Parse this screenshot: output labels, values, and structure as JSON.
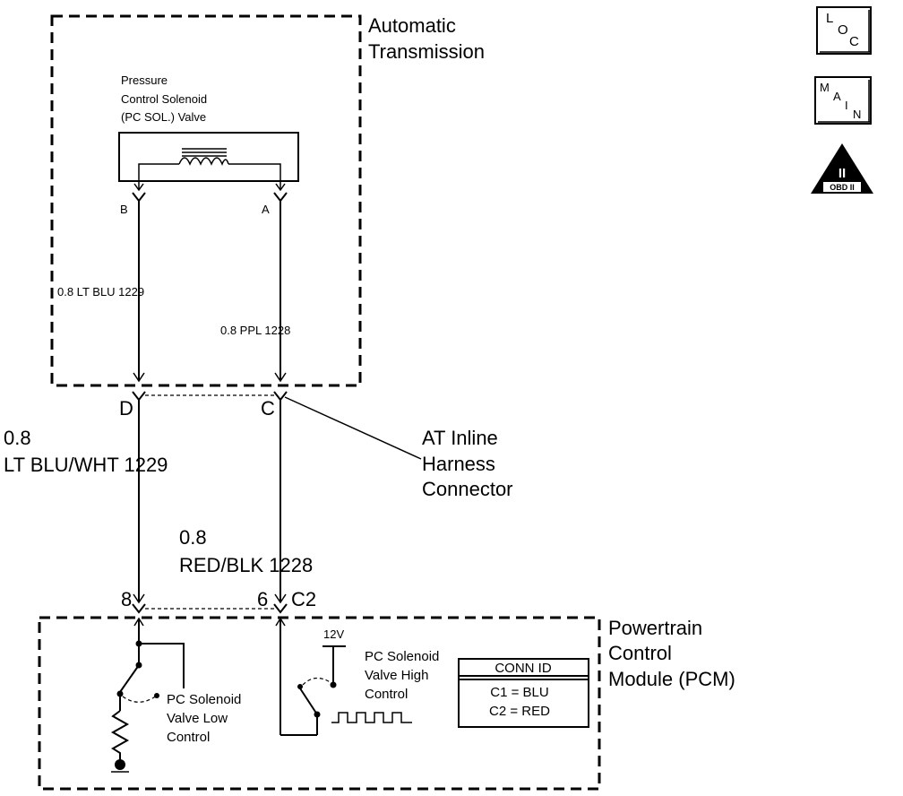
{
  "components": {
    "automatic_transmission": {
      "line1": "Automatic",
      "line2": "Transmission"
    },
    "pc_solenoid": {
      "line1": "Pressure",
      "line2": "Control Solenoid",
      "line3": "(PC SOL.) Valve"
    },
    "inline_connector": {
      "line1": "AT Inline",
      "line2": "Harness",
      "line3": "Connector"
    },
    "pcm": {
      "line1": "Powertrain",
      "line2": "Control",
      "line3": "Module (PCM)"
    },
    "low_control": {
      "line1": "PC Solenoid",
      "line2": "Valve Low",
      "line3": "Control"
    },
    "high_control": {
      "line1": "PC Solenoid",
      "line2": "Valve High",
      "line3": "Control"
    },
    "voltage": "12V"
  },
  "pins": {
    "solenoid_b": "B",
    "solenoid_a": "A",
    "inline_d": "D",
    "inline_c": "C",
    "pcm_8": "8",
    "pcm_6": "6",
    "pcm_connector": "C2"
  },
  "wires": {
    "internal_low": "0.8 LT BLU  1229",
    "internal_high": "0.8 PPL  1228",
    "external_low": {
      "gauge": "0.8",
      "color_circuit": "LT BLU/WHT  1229"
    },
    "external_high": {
      "gauge": "0.8",
      "color_circuit": "RED/BLK  1228"
    }
  },
  "conn_id_table": {
    "header": "CONN ID",
    "rows": [
      "C1 = BLU",
      "C2 = RED"
    ]
  },
  "nav_icons": {
    "loc": {
      "letters": [
        "L",
        "O",
        "C"
      ]
    },
    "main": {
      "letters": [
        "M",
        "A",
        "I",
        "N"
      ]
    },
    "obd": {
      "numeral": "II",
      "label": "OBD II"
    }
  }
}
